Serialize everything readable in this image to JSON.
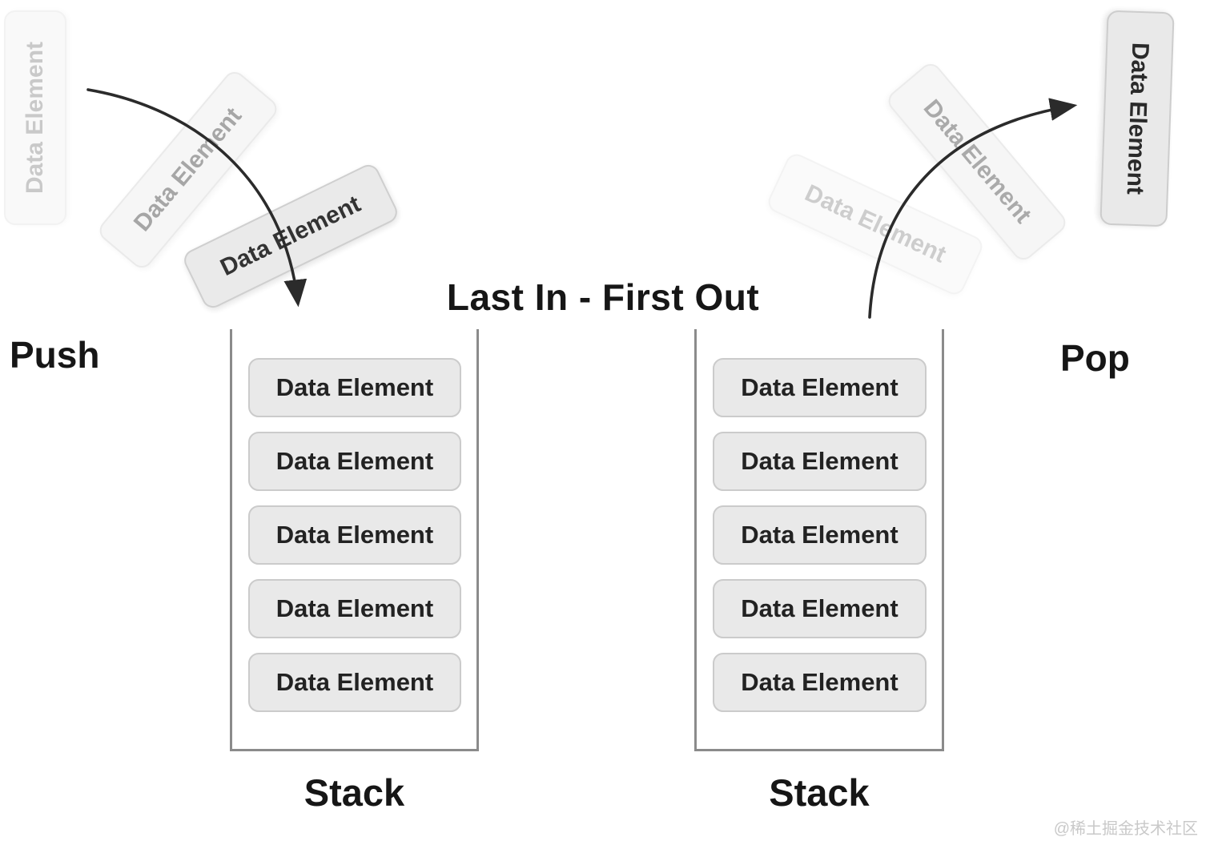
{
  "title": "Last In - First Out",
  "operations": {
    "push": "Push",
    "pop": "Pop"
  },
  "push_ghosts": [
    "Data Element",
    "Data Element",
    "Data Element"
  ],
  "pop_ghosts": [
    "Data Element",
    "Data Element",
    "Data Element"
  ],
  "left_stack": {
    "label": "Stack",
    "items": [
      "Data Element",
      "Data Element",
      "Data Element",
      "Data Element",
      "Data Element"
    ]
  },
  "right_stack": {
    "label": "Stack",
    "items": [
      "Data Element",
      "Data Element",
      "Data Element",
      "Data Element",
      "Data Element"
    ]
  },
  "watermark": "@稀土掘金技术社区",
  "icons": {
    "push_arrow": "curved-arrow-down-icon",
    "pop_arrow": "curved-arrow-up-right-icon"
  },
  "colors": {
    "box_fill": "#e9e9e9",
    "box_border": "#cbcbcb",
    "text": "#222222",
    "arrow": "#2b2b2b",
    "stack_wall": "#8b8b8b",
    "watermark": "#c9c9c9"
  }
}
